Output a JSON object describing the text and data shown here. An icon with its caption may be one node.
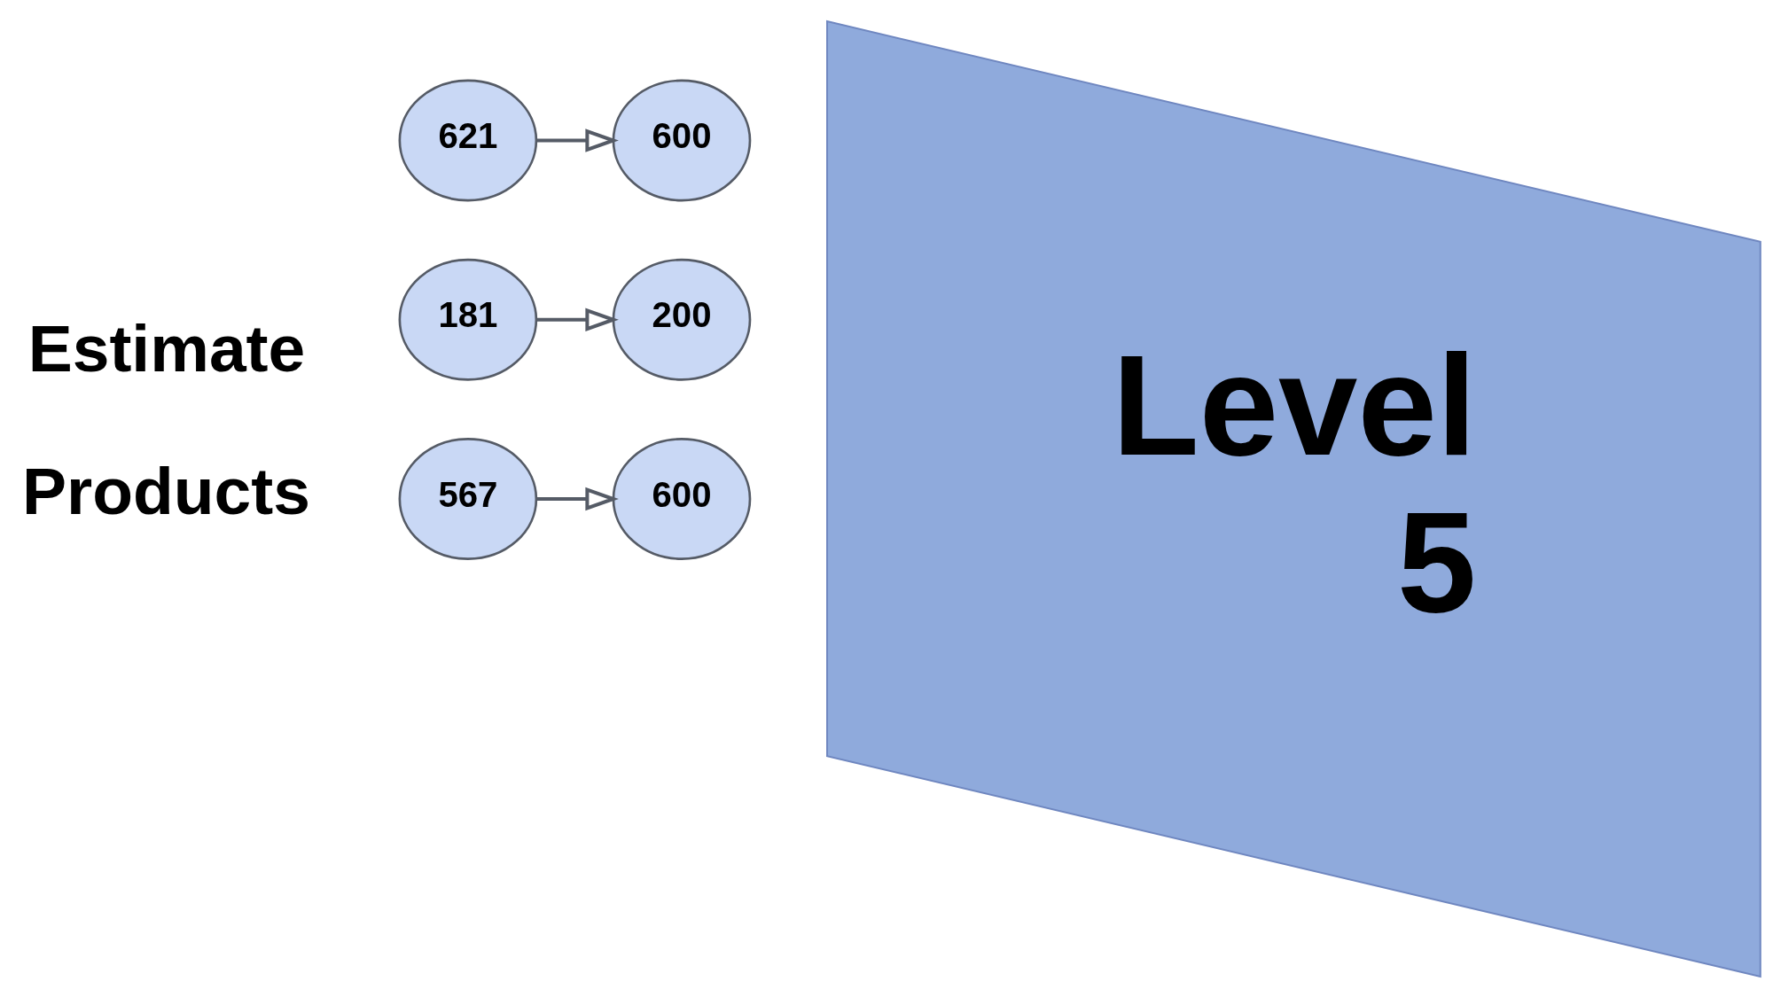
{
  "diagram": {
    "nodes": [
      {
        "text": [
          "621"
        ]
      },
      {
        "text": [
          "600"
        ]
      },
      {
        "text": [
          "181"
        ]
      },
      {
        "text": [
          "200"
        ]
      },
      {
        "text": [
          "567"
        ]
      },
      {
        "text": [
          "600"
        ]
      },
      {
        "text": [
          "Level",
          "5"
        ]
      }
    ],
    "edges": [
      {
        "from": 0,
        "to": 1,
        "arrow": "to"
      },
      {
        "from": 2,
        "to": 3,
        "arrow": "to"
      },
      {
        "from": 4,
        "to": 5,
        "arrow": "to"
      }
    ],
    "labels": [
      "Estimate",
      "Products"
    ]
  }
}
